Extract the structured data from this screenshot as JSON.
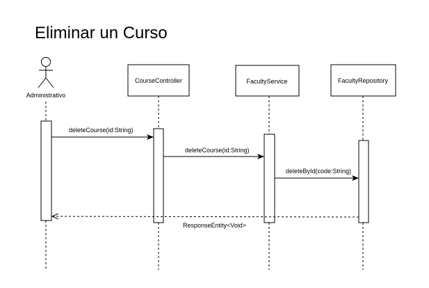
{
  "title": "Eliminar un Curso",
  "actor": {
    "label": "Administrativo"
  },
  "participants": [
    {
      "label": "CourseController"
    },
    {
      "label": "FacultyService"
    },
    {
      "label": "FacultyRepository"
    }
  ],
  "messages": [
    {
      "label": "deleteCourse(id:String)",
      "type": "sync"
    },
    {
      "label": "deleteCourse(id:String)",
      "type": "sync"
    },
    {
      "label": "deleteById(code:String)",
      "type": "sync"
    },
    {
      "label": "ResponseEntity<Void>",
      "type": "return"
    }
  ],
  "colors": {
    "line": "#000000",
    "background": "#ffffff"
  }
}
